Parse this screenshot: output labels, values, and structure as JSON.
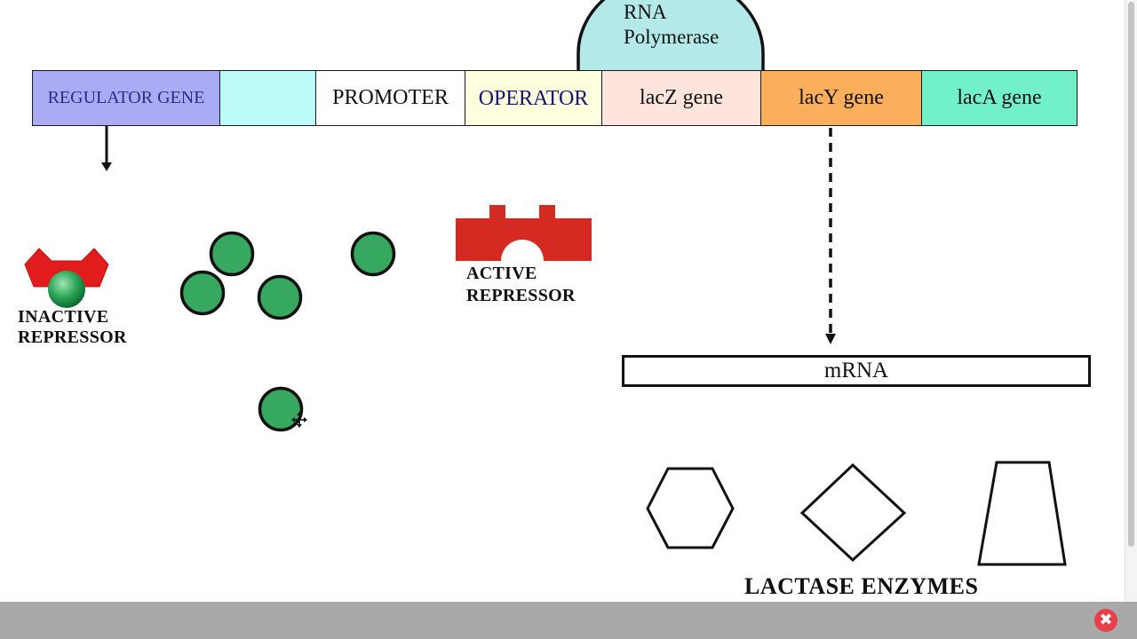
{
  "genes": [
    {
      "label": "REGULATOR GENE",
      "color": "#aaaaf5",
      "text_color": "#2a2a8a"
    },
    {
      "label": "",
      "color": "#bdfbfb",
      "text_color": "#111111"
    },
    {
      "label": "PROMOTER",
      "color": "#ffffff",
      "text_color": "#111111"
    },
    {
      "label": "OPERATOR",
      "color": "#ffffe0",
      "text_color": "#14146e"
    },
    {
      "label": "lacZ gene",
      "color": "#fde5dd",
      "text_color": "#111111"
    },
    {
      "label": "lacY gene",
      "color": "#fbae5c",
      "text_color": "#111111"
    },
    {
      "label": "lacA gene",
      "color": "#72f0c9",
      "text_color": "#111111"
    }
  ],
  "polymerase": {
    "label_line1": "RNA",
    "label_line2": "Polymerase",
    "color": "#b4e9ea"
  },
  "inactive_repressor": {
    "line1": "INACTIVE",
    "line2": "REPRESSOR",
    "color": "#e02020"
  },
  "active_repressor": {
    "line1": "ACTIVE",
    "line2": "REPRESSOR",
    "color": "#d52a22"
  },
  "lactose_color": "#37a860",
  "mrna": {
    "label": "mRNA"
  },
  "enzymes": {
    "label": "LACTASE ENZYMES",
    "shapes": [
      "hexagon-enzyme",
      "diamond-enzyme",
      "trapezoid-enzyme"
    ]
  },
  "ui": {
    "close_icon": "close-icon",
    "close_glyph": "✖",
    "bar_color": "#a9a9a9"
  }
}
